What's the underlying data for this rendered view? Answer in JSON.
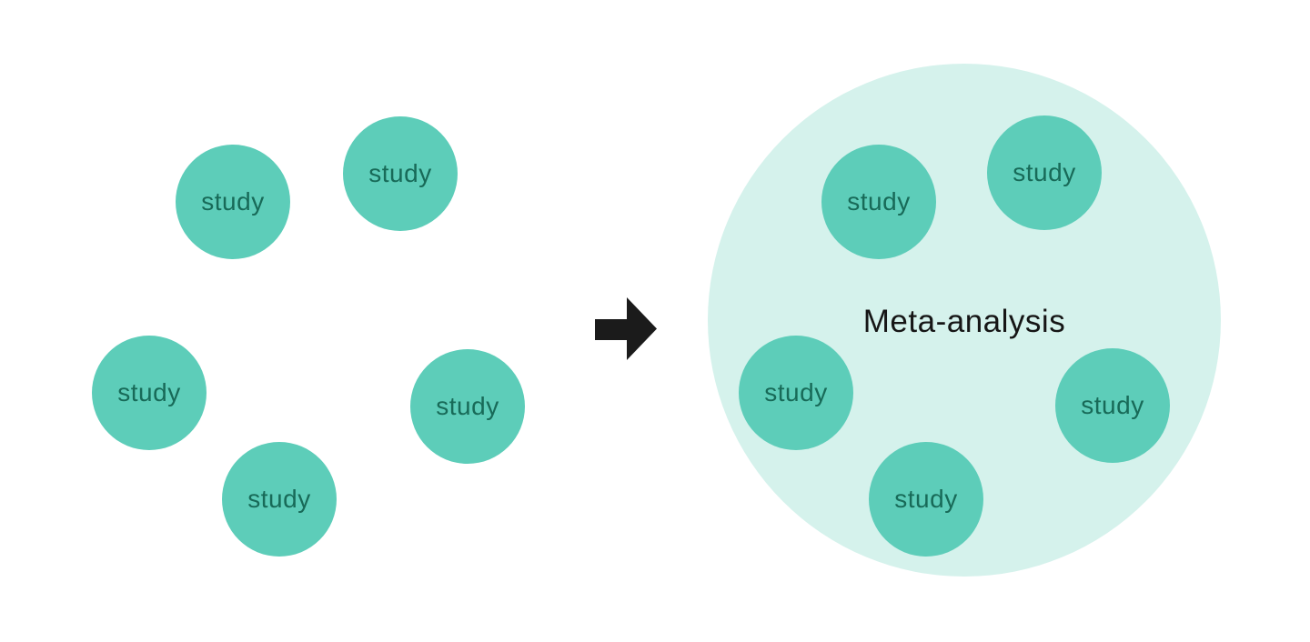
{
  "colors": {
    "background": "#ffffff",
    "study_circle_fill": "#5dcdb9",
    "study_text": "#186a58",
    "meta_circle_fill": "#d5f2ec",
    "meta_title_text": "#161616",
    "arrow": "#1b1b1b"
  },
  "left_group": {
    "studies": [
      {
        "label": "study"
      },
      {
        "label": "study"
      },
      {
        "label": "study"
      },
      {
        "label": "study"
      },
      {
        "label": "study"
      }
    ]
  },
  "icons": {
    "arrow": "right-arrow-icon"
  },
  "right_group": {
    "title": "Meta-analysis",
    "studies": [
      {
        "label": "study"
      },
      {
        "label": "study"
      },
      {
        "label": "study"
      },
      {
        "label": "study"
      },
      {
        "label": "study"
      }
    ]
  }
}
